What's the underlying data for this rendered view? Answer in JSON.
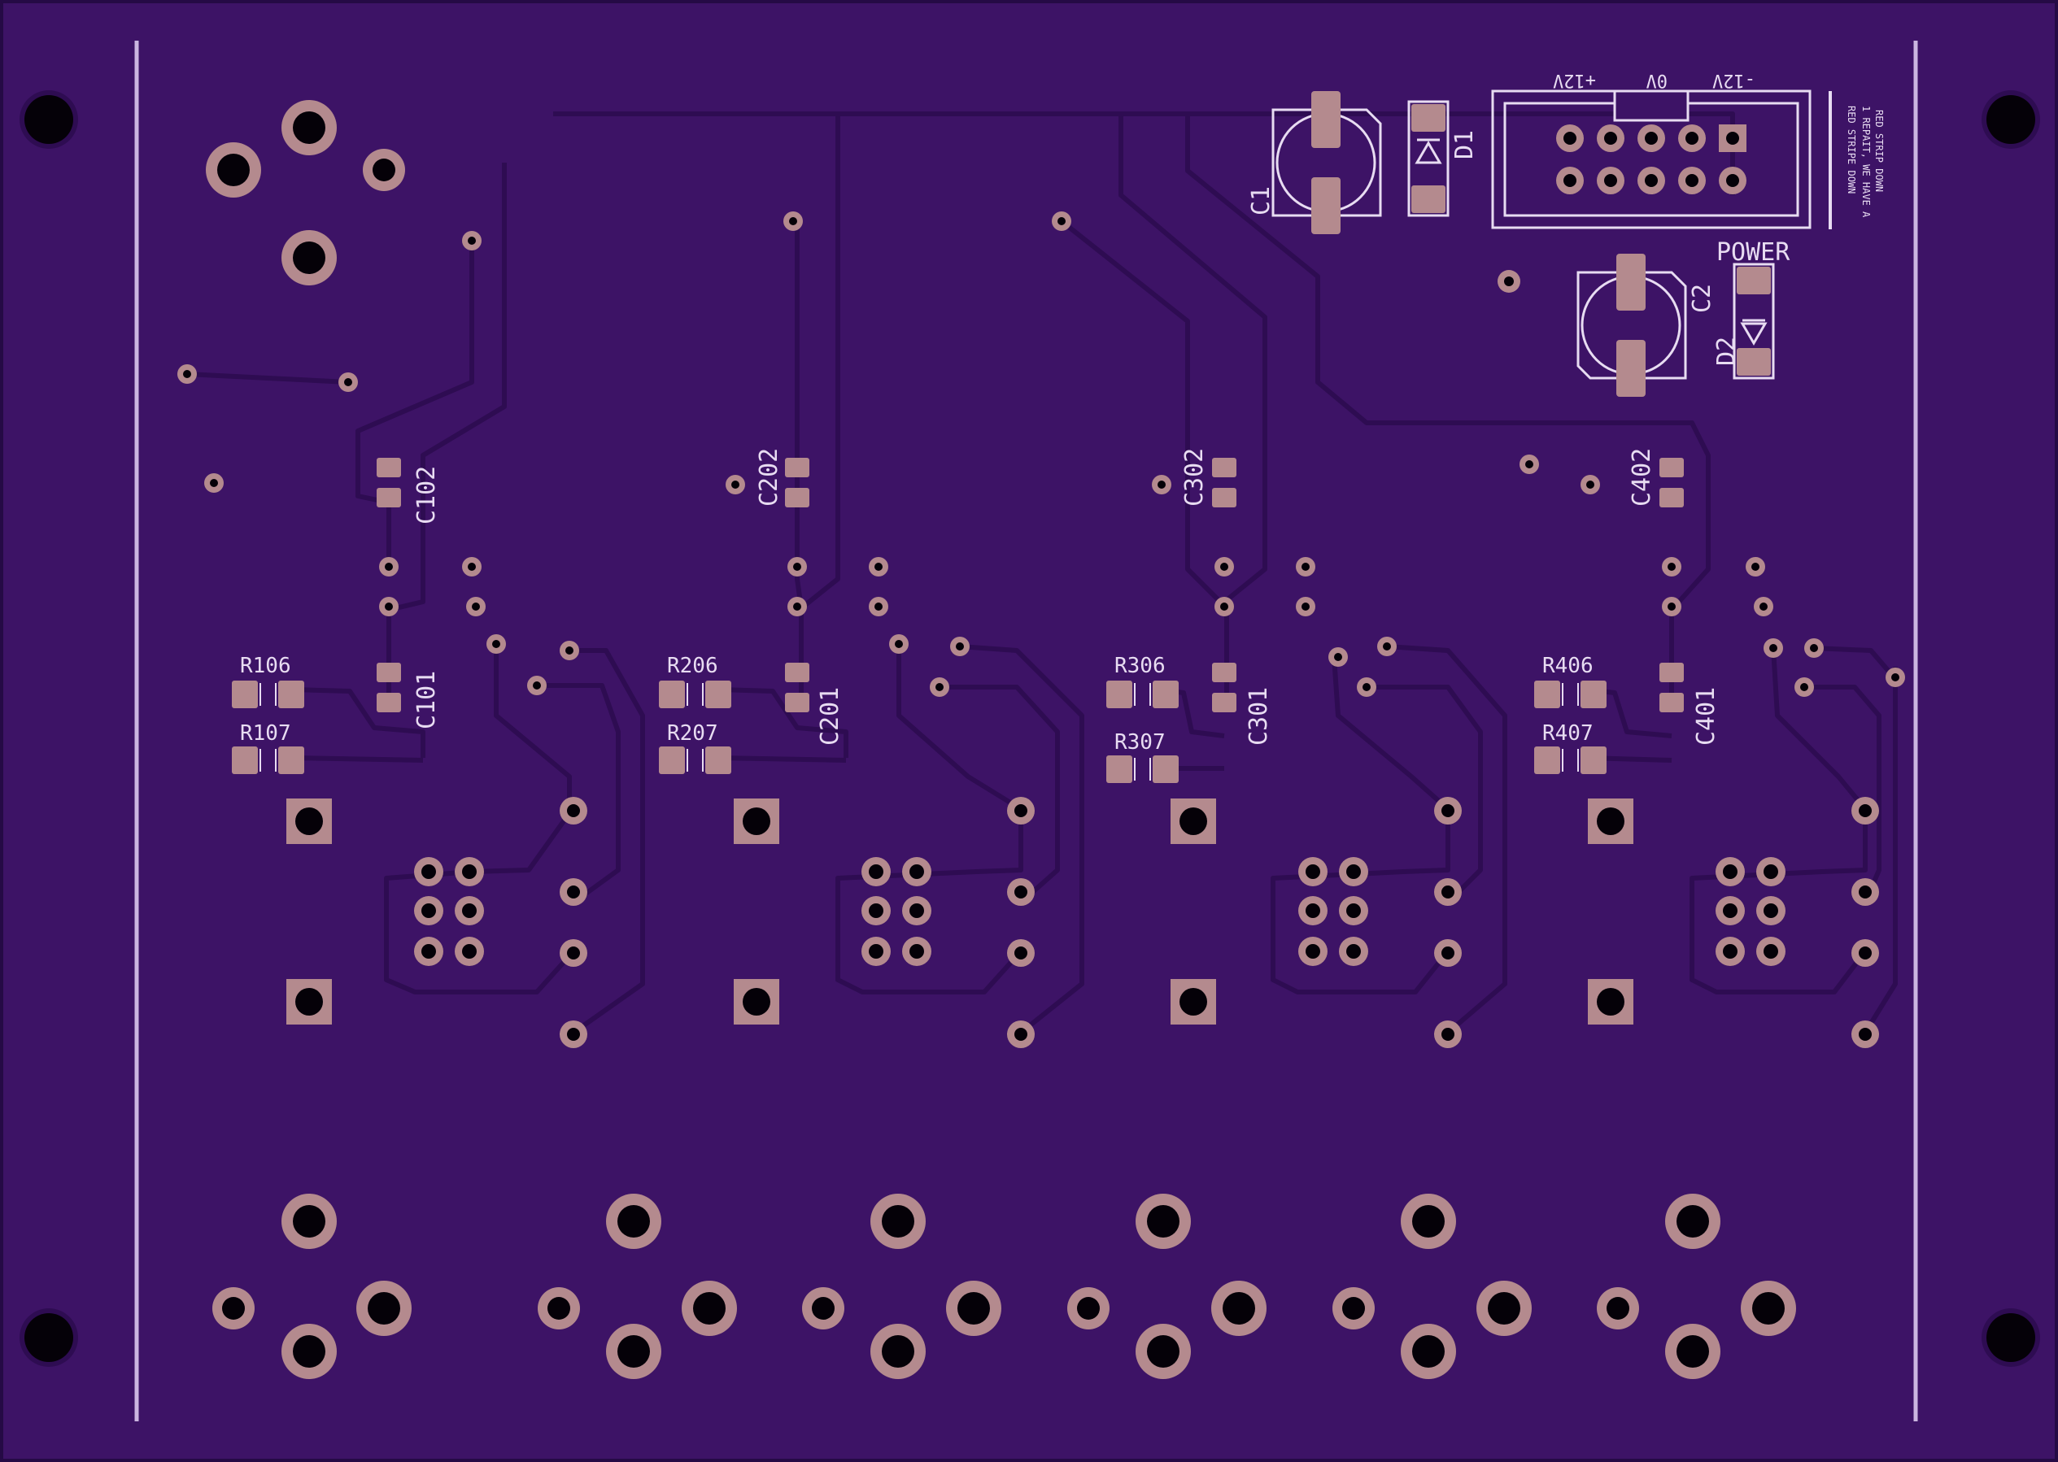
{
  "colors": {
    "board": "#3d1366",
    "board_edge": "#2a0c4d",
    "trace": "#2e0c52",
    "pad": "#b48a8e",
    "hole": "#050108",
    "silk": "#e8dcf2"
  },
  "labels": {
    "c102": "C102",
    "c101": "C101",
    "r106": "R106",
    "r107": "R107",
    "c202": "C202",
    "c201": "C201",
    "r206": "R206",
    "r207": "R207",
    "c302": "C302",
    "c301": "C301",
    "r306": "R306",
    "r307": "R307",
    "c402": "C402",
    "c401": "C401",
    "r406": "R406",
    "r407": "R407",
    "c1": "C1",
    "c2": "C2",
    "d1": "D1",
    "d2": "D2",
    "power": "POWER",
    "pin_p12": "+12V",
    "pin_0": "0V",
    "pin_m12": "-12V",
    "note_1": "RED STRIPE DOWN",
    "note_2": "1 REPAIT, WE HAVE A",
    "note_3": "RED STRIP DOWN"
  }
}
